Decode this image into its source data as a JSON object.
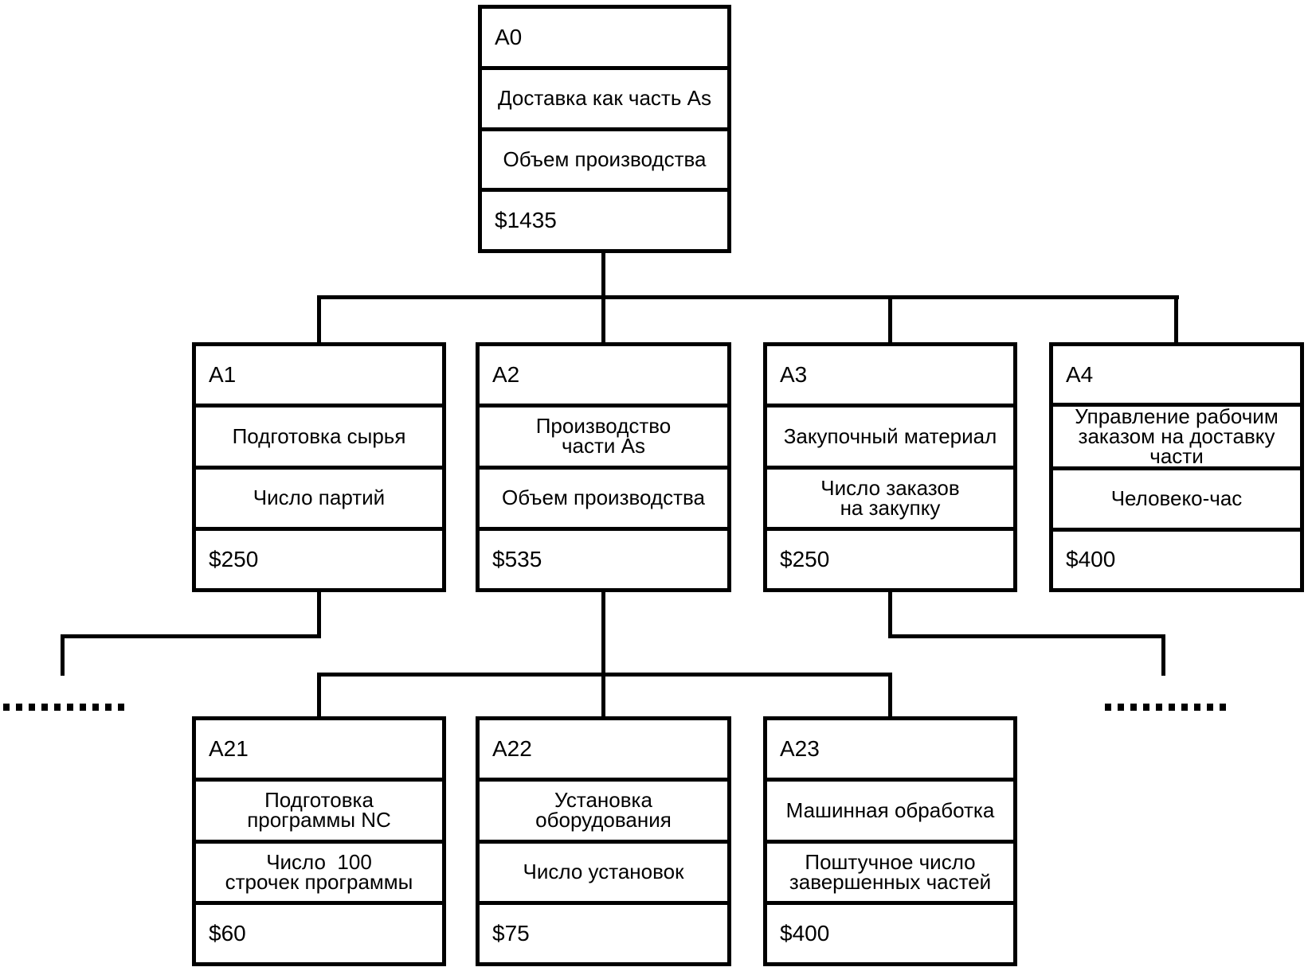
{
  "diagram_title": "Activity cost decomposition tree",
  "nodes": [
    {
      "id": "A0",
      "name": "Доставка как часть As",
      "driver": "Объем производства",
      "cost": "$1435"
    },
    {
      "id": "A1",
      "name": "Подготовка сырья",
      "driver": "Число партий",
      "cost": "$250"
    },
    {
      "id": "A2",
      "name": "Производство\nчасти As",
      "driver": "Объем производства",
      "cost": "$535"
    },
    {
      "id": "A3",
      "name": "Закупочный материал",
      "driver": "Число заказов\nна закупку",
      "cost": "$250"
    },
    {
      "id": "A4",
      "name": "Управление рабочим\nзаказом на доставку\nчасти",
      "driver": "Человеко-час",
      "cost": "$400"
    },
    {
      "id": "A21",
      "name": "Подготовка\nпрограммы NC",
      "driver": "Число  100\nстрочек программы",
      "cost": "$60"
    },
    {
      "id": "A22",
      "name": "Установка\nоборудования",
      "driver": "Число установок",
      "cost": "$75"
    },
    {
      "id": "A23",
      "name": "Машинная обработка",
      "driver": "Поштучное число\nзавершенных частей",
      "cost": "$400"
    }
  ],
  "colors": {
    "line": "#000000",
    "background": "#ffffff",
    "text": "#000000"
  }
}
